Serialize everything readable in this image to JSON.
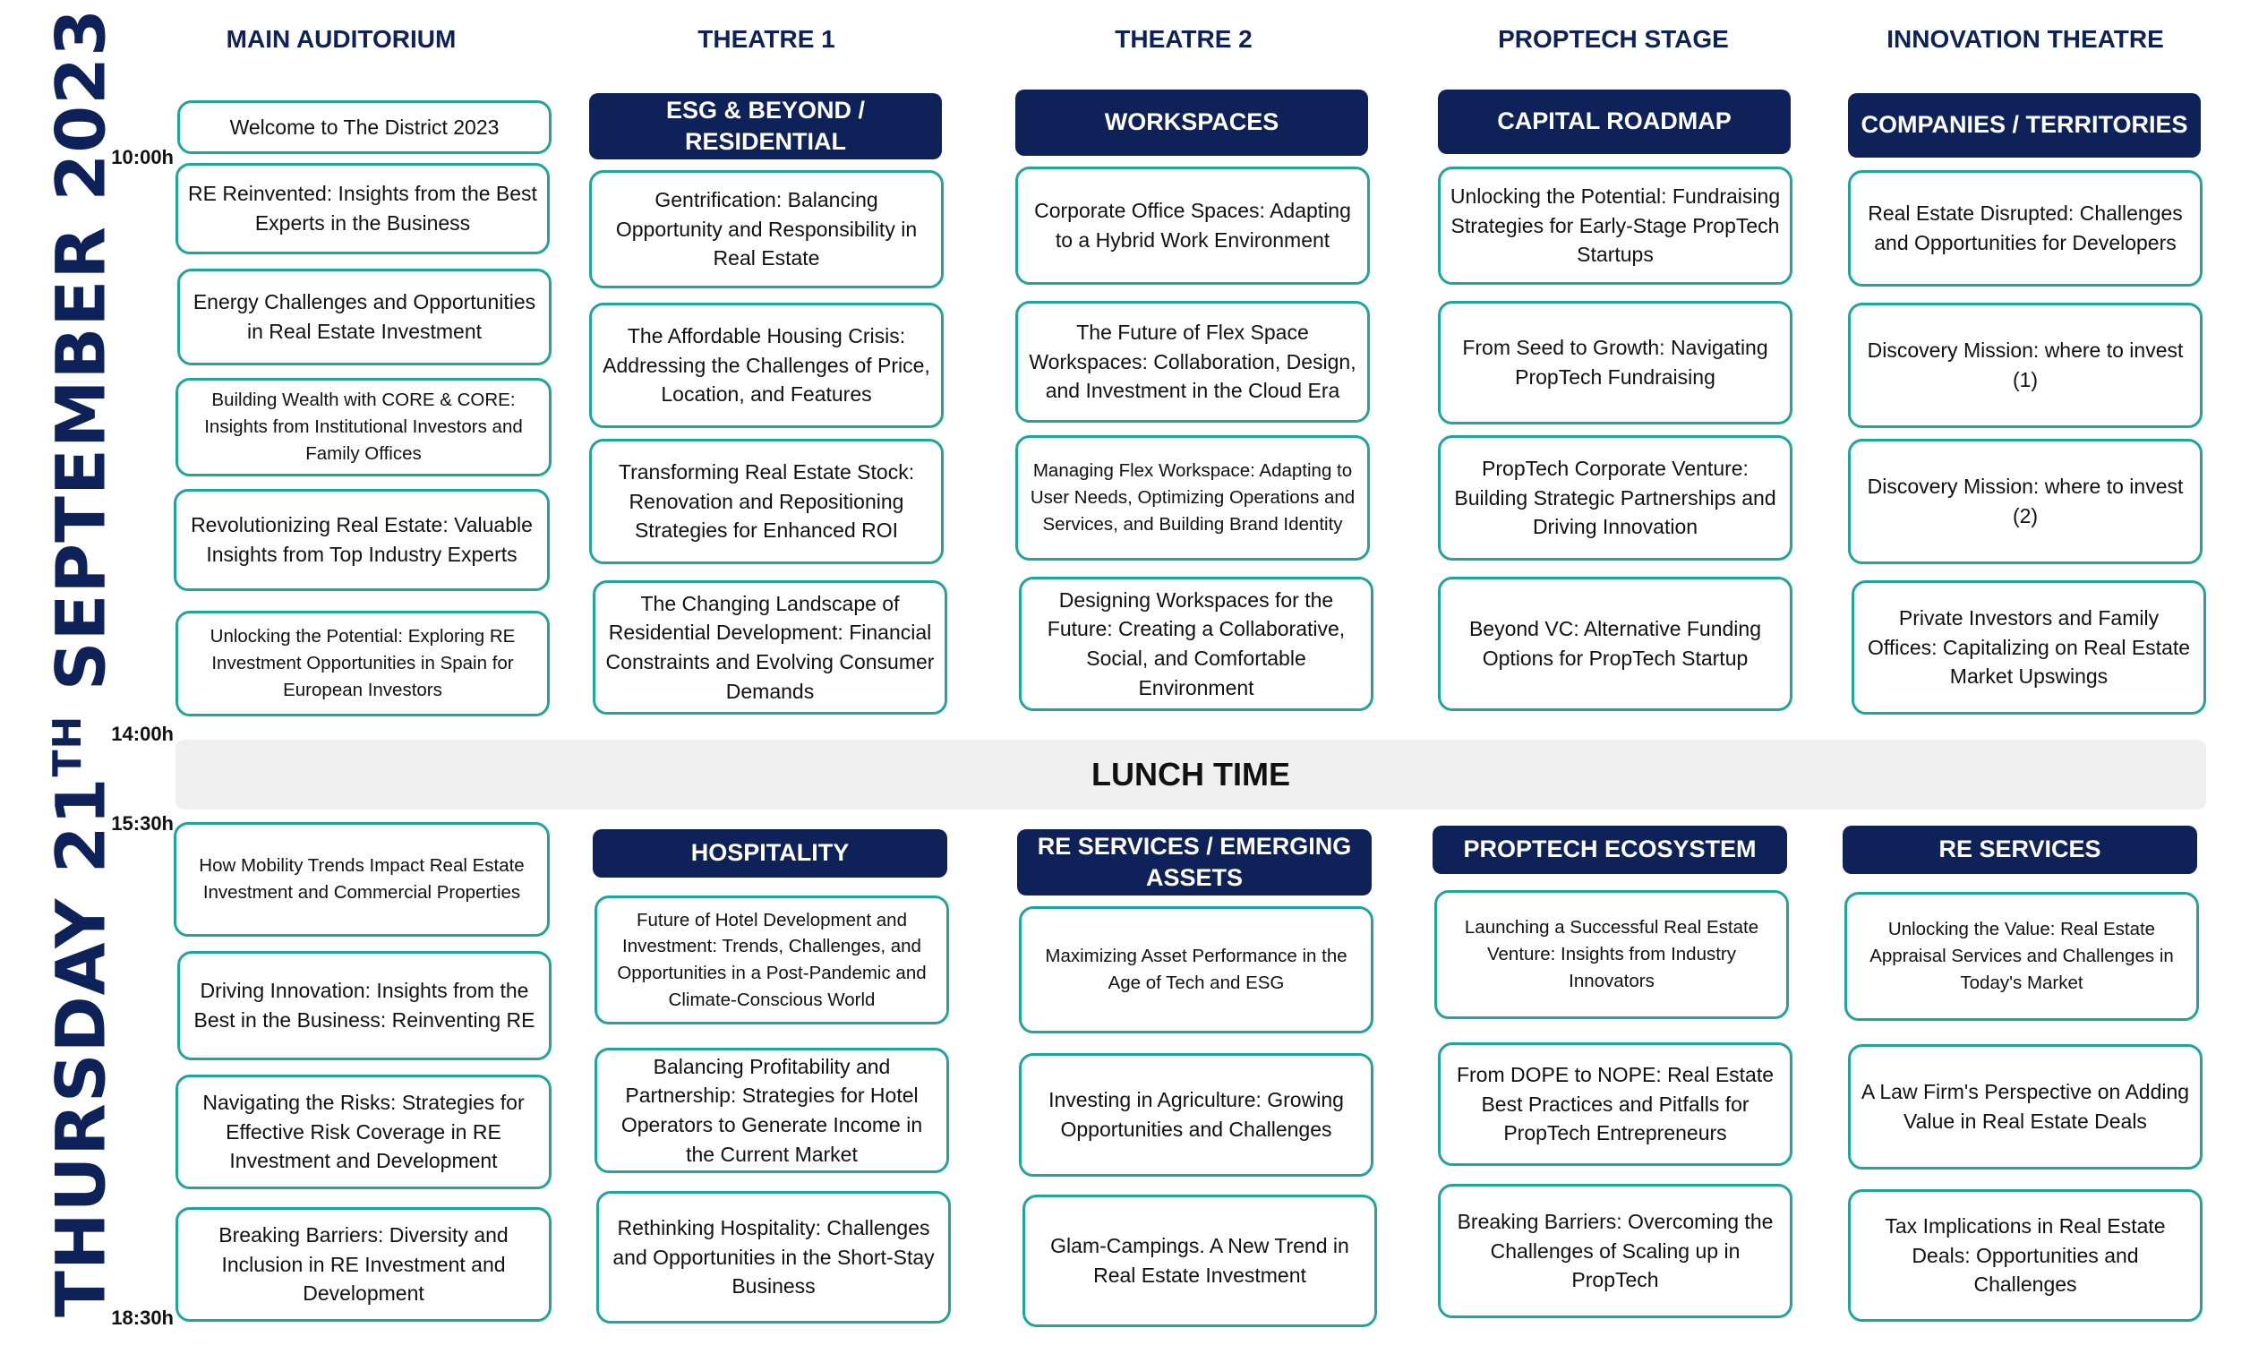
{
  "day_title": {
    "pre": "THURSDAY 21",
    "sup": "TH",
    "post": " SEPTEMBER 2023"
  },
  "times": [
    "10:00h",
    "14:00h",
    "15:30h",
    "18:30h"
  ],
  "columns": [
    {
      "name": "MAIN AUDITORIUM",
      "track_am": "",
      "track_pm": "",
      "sessions_am": [
        "Welcome to The District 2023",
        "RE Reinvented: Insights from the Best Experts in the Business",
        "Energy Challenges and Opportunities in Real Estate Investment",
        "Building Wealth with CORE & CORE: Insights from Institutional Investors and Family Offices",
        "Revolutionizing Real Estate: Valuable Insights from Top Industry Experts",
        "Unlocking the Potential: Exploring RE Investment Opportunities in Spain for European Investors"
      ],
      "sessions_pm": [
        "How Mobility Trends Impact Real Estate Investment and Commercial Properties",
        "Driving Innovation: Insights from the Best in the Business: Reinventing RE",
        "Navigating the Risks: Strategies for Effective Risk Coverage in RE Investment and Development",
        "Breaking Barriers: Diversity and Inclusion in RE Investment and Development"
      ]
    },
    {
      "name": "THEATRE 1",
      "track_am": "ESG & BEYOND / RESIDENTIAL",
      "track_pm": "HOSPITALITY",
      "sessions_am": [
        "Gentrification: Balancing Opportunity and Responsibility in Real Estate",
        "The Affordable Housing Crisis: Addressing the Challenges of Price, Location, and Features",
        "Transforming Real Estate Stock: Renovation and Repositioning Strategies for Enhanced ROI",
        "The Changing Landscape of Residential Development: Financial Constraints and Evolving Consumer Demands"
      ],
      "sessions_pm": [
        "Future of Hotel Development and Investment: Trends, Challenges, and Opportunities in a Post-Pandemic and Climate-Conscious World",
        "Balancing Profitability and Partnership: Strategies for Hotel Operators to Generate Income in the Current Market",
        "Rethinking Hospitality: Challenges and Opportunities in the Short-Stay Business"
      ]
    },
    {
      "name": "THEATRE 2",
      "track_am": "WORKSPACES",
      "track_pm": "RE SERVICES / EMERGING ASSETS",
      "sessions_am": [
        "Corporate Office Spaces: Adapting to a Hybrid Work Environment",
        "The Future of Flex Space Workspaces: Collaboration, Design, and Investment in the Cloud Era",
        "Managing Flex Workspace: Adapting to User Needs, Optimizing Operations and Services, and Building Brand Identity",
        "Designing Workspaces for the Future: Creating a Collaborative, Social, and Comfortable Environment"
      ],
      "sessions_pm": [
        "Maximizing Asset Performance in the Age of Tech and ESG",
        "Investing in Agriculture: Growing Opportunities and Challenges",
        "Glam-Campings. A New Trend in Real Estate Investment"
      ]
    },
    {
      "name": "PROPTECH STAGE",
      "track_am": "CAPITAL ROADMAP",
      "track_pm": "PROPTECH ECOSYSTEM",
      "sessions_am": [
        "Unlocking the Potential: Fundraising Strategies for Early-Stage PropTech Startups",
        "From Seed to Growth: Navigating PropTech Fundraising",
        "PropTech Corporate Venture: Building Strategic Partnerships and Driving Innovation",
        "Beyond VC: Alternative Funding Options for PropTech Startup"
      ],
      "sessions_pm": [
        "Launching a Successful Real Estate Venture: Insights from Industry Innovators",
        "From DOPE to NOPE: Real Estate Best Practices and Pitfalls for PropTech Entrepreneurs",
        "Breaking Barriers: Overcoming the Challenges of Scaling up in PropTech"
      ]
    },
    {
      "name": "INNOVATION THEATRE",
      "track_am": "COMPANIES / TERRITORIES",
      "track_pm": "RE SERVICES",
      "sessions_am": [
        "Real Estate Disrupted: Challenges and Opportunities for Developers",
        "Discovery Mission: where to invest (1)",
        "Discovery Mission: where to invest (2)",
        "Private Investors and Family Offices: Capitalizing on Real Estate Market Upswings"
      ],
      "sessions_pm": [
        "Unlocking the Value: Real Estate Appraisal Services and Challenges in Today's Market",
        "A Law Firm's Perspective on Adding Value in Real Estate Deals",
        "Tax Implications in Real Estate Deals: Opportunities and Challenges"
      ]
    }
  ],
  "lunch_label": "LUNCH TIME",
  "colors": {
    "navy": "#0f2159",
    "teal": "#1fa59a",
    "lunch_bg": "#efefef"
  }
}
